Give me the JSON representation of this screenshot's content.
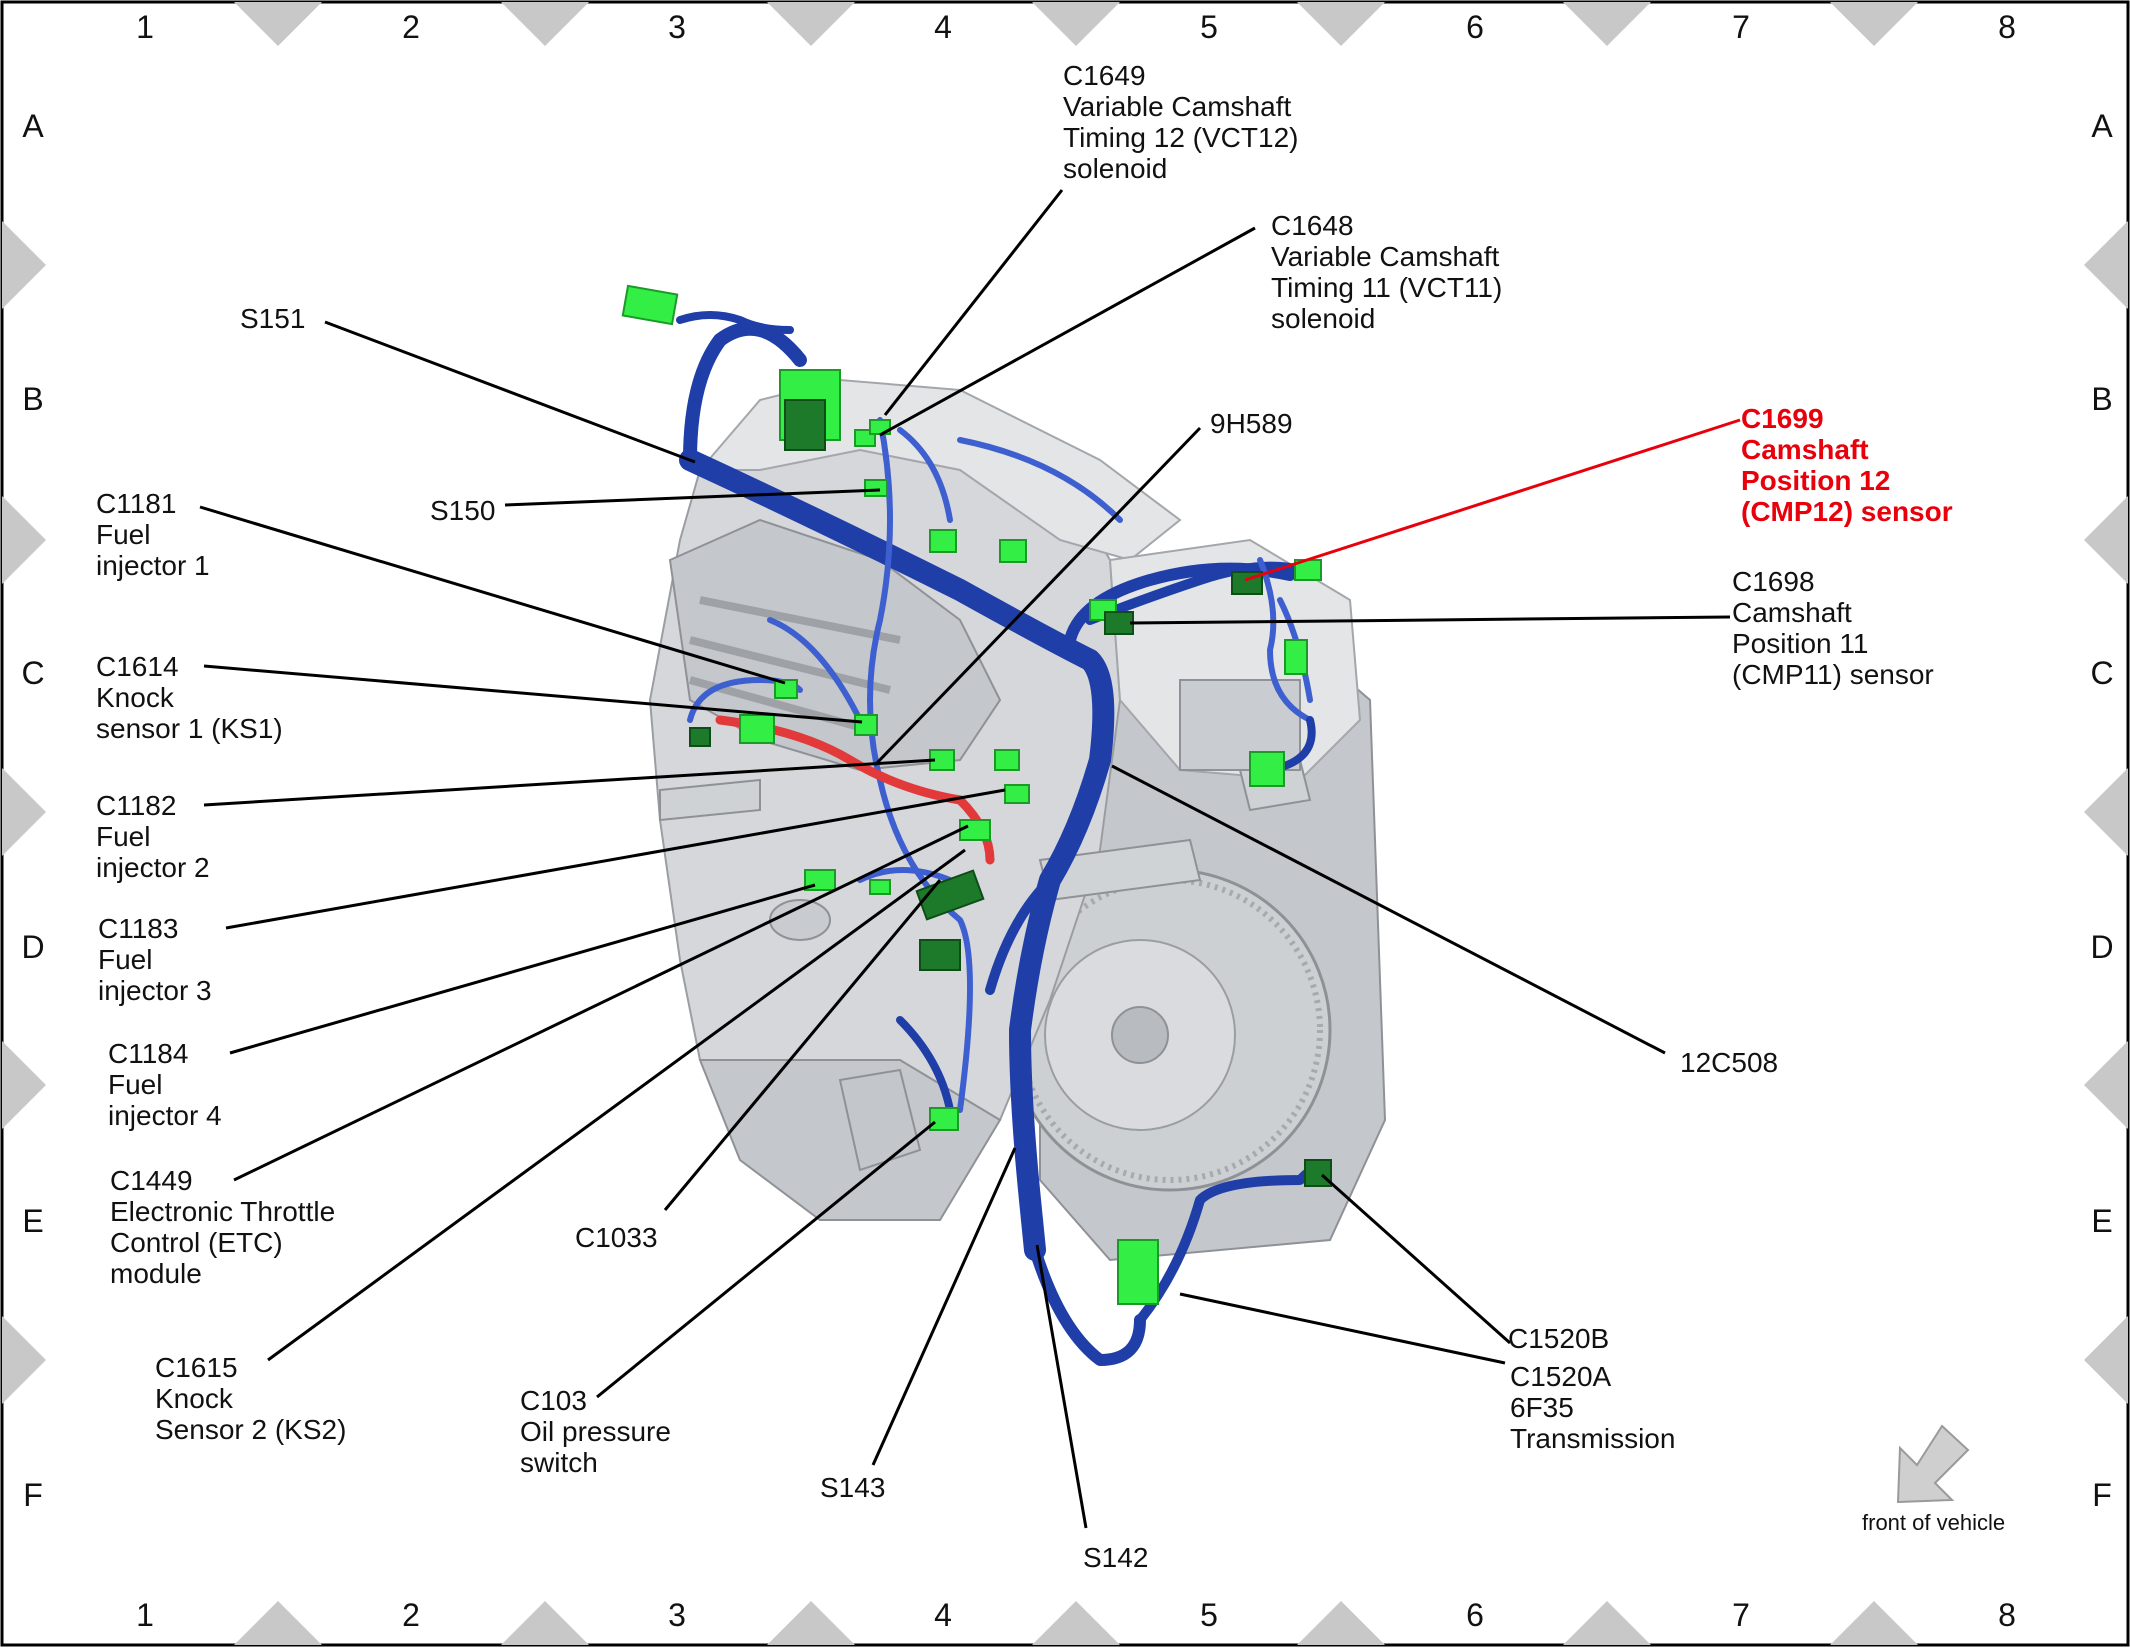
{
  "grid": {
    "columns": [
      "1",
      "2",
      "3",
      "4",
      "5",
      "6",
      "7",
      "8"
    ],
    "rows": [
      "A",
      "B",
      "C",
      "D",
      "E",
      "F"
    ]
  },
  "callouts": {
    "c1649": {
      "lines": [
        "C1649",
        "Variable Camshaft",
        "Timing 12 (VCT12)",
        "solenoid"
      ]
    },
    "c1648": {
      "lines": [
        "C1648",
        "Variable Camshaft",
        "Timing 11 (VCT11)",
        "solenoid"
      ]
    },
    "s151": {
      "lines": [
        "S151"
      ]
    },
    "s150": {
      "lines": [
        "S150"
      ]
    },
    "h9589": {
      "lines": [
        "9H589"
      ]
    },
    "c1699": {
      "lines": [
        "C1699",
        "Camshaft",
        "Position 12",
        "(CMP12) sensor"
      ],
      "color": "#e8000b"
    },
    "c1181": {
      "lines": [
        "C1181",
        "Fuel",
        "injector 1"
      ]
    },
    "c1698": {
      "lines": [
        "C1698",
        "Camshaft",
        "Position 11",
        "(CMP11) sensor"
      ]
    },
    "c1614": {
      "lines": [
        "C1614",
        "Knock",
        "sensor 1 (KS1)"
      ]
    },
    "c1182": {
      "lines": [
        "C1182",
        "Fuel",
        "injector 2"
      ]
    },
    "c1183": {
      "lines": [
        "C1183",
        "Fuel",
        "injector 3"
      ]
    },
    "c12508": {
      "lines": [
        "12C508"
      ]
    },
    "c1184": {
      "lines": [
        "C1184",
        "Fuel",
        "injector 4"
      ]
    },
    "c1449": {
      "lines": [
        "C1449",
        "Electronic Throttle",
        "Control (ETC)",
        "module"
      ]
    },
    "c1033": {
      "lines": [
        "C1033"
      ]
    },
    "c1520b": {
      "lines": [
        "C1520B"
      ]
    },
    "c1520a": {
      "lines": [
        "C1520A",
        "6F35",
        "Transmission"
      ]
    },
    "c1615": {
      "lines": [
        "C1615",
        "Knock",
        "Sensor 2 (KS2)"
      ]
    },
    "c103": {
      "lines": [
        "C103",
        "Oil pressure",
        "switch"
      ]
    },
    "s143": {
      "lines": [
        "S143"
      ]
    },
    "s142": {
      "lines": [
        "S142"
      ]
    }
  },
  "orientation": {
    "label": "front of vehicle",
    "icon": "arrow-down-left-icon"
  },
  "colors": {
    "wire": "#1f3ea8",
    "connector": "#33ee44",
    "highlight": "#e8000b",
    "frame_marker": "#c8c8c8"
  }
}
